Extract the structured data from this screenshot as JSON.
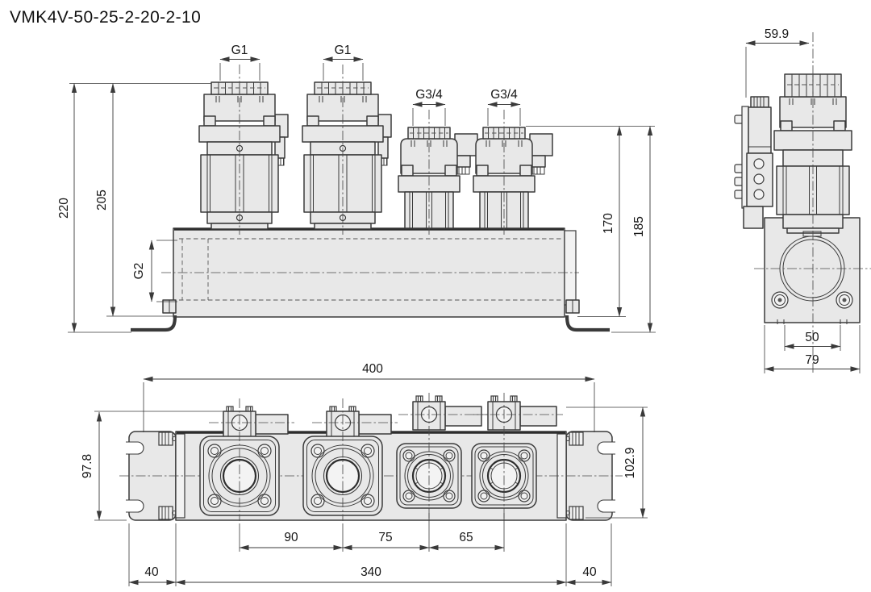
{
  "title": "VMK4V-50-25-2-20-2-10",
  "colors": {
    "line": "#3a3a3a",
    "part_fill": "#e8e8e8",
    "background": "#ffffff"
  },
  "front_view": {
    "dim_port1": "G1",
    "dim_port2": "G1",
    "dim_port3": "G3/4",
    "dim_port4": "G3/4",
    "dim_height_overall": "220",
    "dim_height_body": "205",
    "dim_side_port": "G2",
    "dim_height_small_valve": "170",
    "dim_height_small_valve_overall": "185"
  },
  "side_view": {
    "dim_offset": "59.9",
    "dim_bolt_pitch": "50",
    "dim_depth": "79"
  },
  "bottom_view": {
    "dim_mounting_pitch": "400",
    "dim_width_left": "97.8",
    "dim_width_right": "102.9",
    "dim_pitch_v1_v2": "90",
    "dim_pitch_v2_v3": "75",
    "dim_pitch_v3_v4": "65",
    "dim_body_length": "340",
    "dim_end_left": "40",
    "dim_end_right": "40"
  }
}
